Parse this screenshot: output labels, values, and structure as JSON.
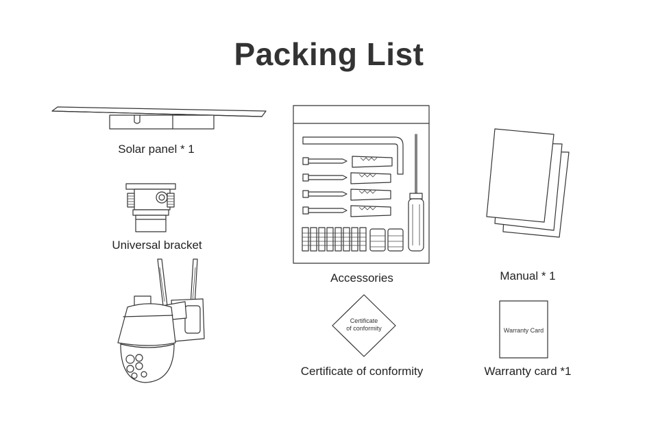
{
  "page": {
    "title": "Packing List"
  },
  "items": {
    "solar_panel": "Solar panel * 1",
    "bracket": "Universal bracket",
    "accessories": "Accessories",
    "manual": "Manual * 1",
    "certificate": "Certificate of conformity",
    "certificate_inner": [
      "Certificate",
      "of conformity"
    ],
    "warranty": "Warranty card *1",
    "warranty_inner": "Warranty Card"
  }
}
